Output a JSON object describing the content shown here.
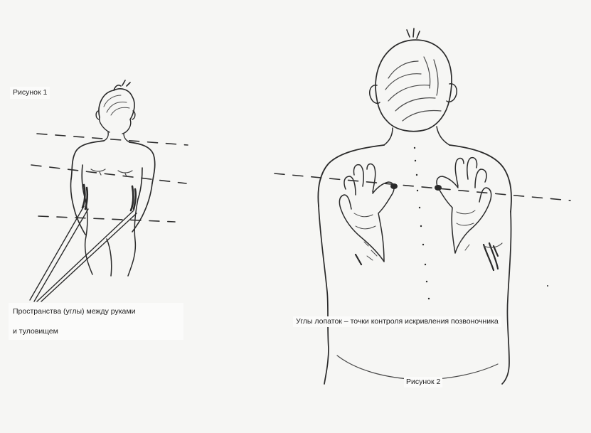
{
  "figure_1": {
    "label": "Рисунок 1",
    "caption_line_1": "Пространства (углы) между руками",
    "caption_line_2": "и туловищем"
  },
  "figure_2": {
    "label": "Рисунок 2",
    "caption": "Углы лопаток – точки контроля искривления позвоночника"
  }
}
